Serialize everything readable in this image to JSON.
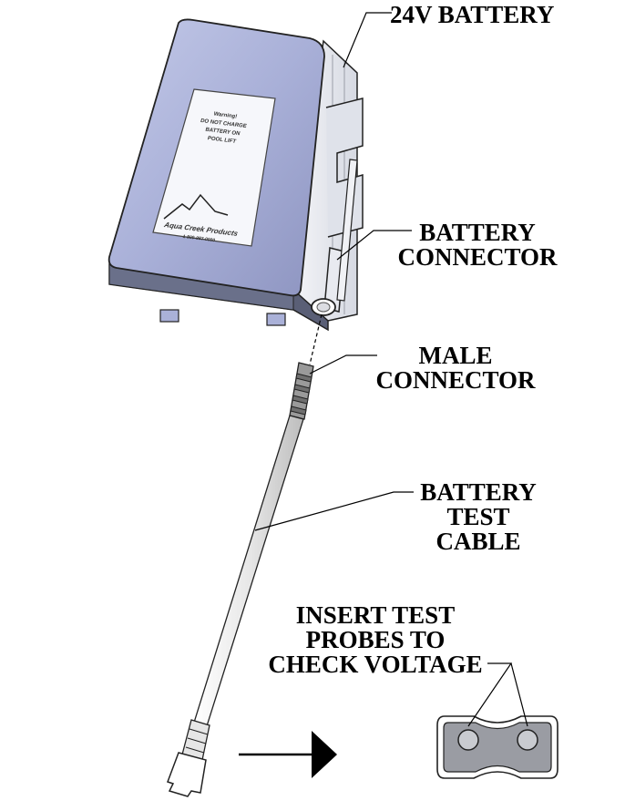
{
  "labels": {
    "battery": "24V BATTERY",
    "battery_connector": [
      "BATTERY",
      "CONNECTOR"
    ],
    "male_connector": [
      "MALE",
      "CONNECTOR"
    ],
    "test_cable": [
      "BATTERY",
      "TEST",
      "CABLE"
    ],
    "insert_probes": [
      "INSERT TEST",
      "PROBES TO",
      "CHECK VOLTAGE"
    ]
  },
  "battery_sticker": {
    "warning": [
      "Warning!",
      "DO NOT CHARGE",
      "BATTERY ON",
      "POOL LIFT"
    ],
    "brand": "Aqua Creek Products",
    "phone": "1-800-987-0000"
  },
  "colors": {
    "battery_front": "#aab1d8",
    "battery_side": "#e6e9ef",
    "battery_bottom": "#5a5f76",
    "connector_face": "#9a9ca3"
  }
}
